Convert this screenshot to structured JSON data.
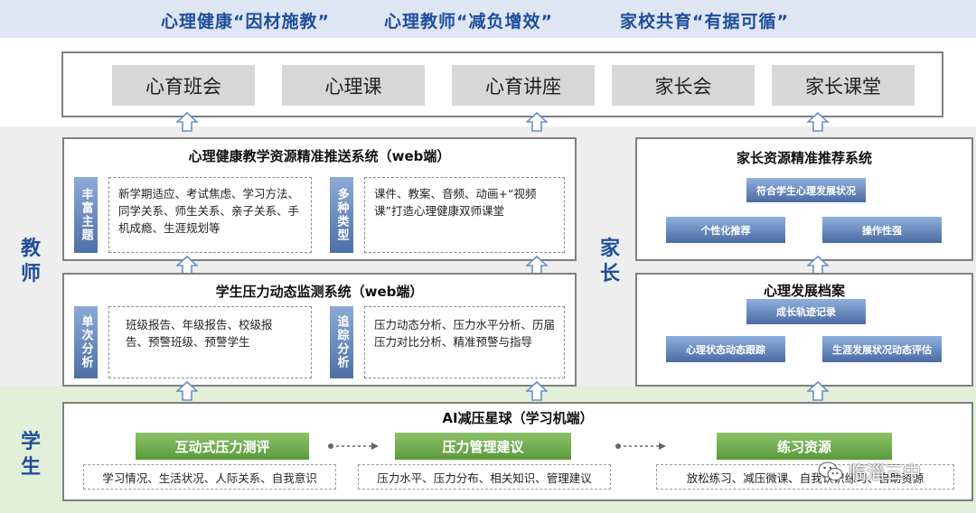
{
  "slogans": [
    "心理健康“因材施教”",
    "心理教师“减负增效”",
    "家校共育“有据可循”"
  ],
  "channels": [
    "心育班会",
    "心理课",
    "心育讲座",
    "家长会",
    "家长课堂"
  ],
  "side_labels": {
    "teacher": "教师",
    "parent": "家长",
    "student": "学生"
  },
  "teacher": {
    "resource_system": {
      "title": "心理健康教学资源精准推送系统（web端）",
      "tag1": "丰富主题",
      "box1": "新学期适应、考试焦虑、学习方法、同学关系、师生关系、亲子关系、手机成瘾、生涯规划等",
      "tag2": "多种类型",
      "box2": "课件、教案、音频、动画+“视频课”打造心理健康双师课堂"
    },
    "monitor_system": {
      "title": "学生压力动态监测系统（web端）",
      "tag1": "单次分析",
      "box1": "班级报告、年级报告、校级报告、预警班级、预警学生",
      "tag2": "追踪分析",
      "box2": "压力动态分析、压力水平分析、历届压力对比分析、精准预警与指导"
    }
  },
  "parent": {
    "recommend_system": {
      "title": "家长资源精准推荐系统",
      "item_top": "符合学生心理发展状况",
      "item_left": "个性化推荐",
      "item_right": "操作性强"
    },
    "archive": {
      "title": "心理发展档案",
      "item_top": "成长轨迹记录",
      "item_left": "心理状态动态跟踪",
      "item_right": "生涯发展状况动态评估"
    }
  },
  "student": {
    "title": "AI减压星球（学习机端）",
    "modules": [
      {
        "name": "互动式压力测评",
        "detail": "学习情况、生活状况、人际关系、自我意识"
      },
      {
        "name": "压力管理建议",
        "detail": "压力水平、压力分布、相关知识、管理建议"
      },
      {
        "name": "练习资源",
        "detail": "放松练习、减压微课、自我认识练习、自助资源"
      }
    ]
  },
  "watermark": "临淄三中",
  "colors": {
    "slogan": "#1f4e9b",
    "accent_blue": "#4f6fa6",
    "accent_green": "#5a9a3a"
  }
}
